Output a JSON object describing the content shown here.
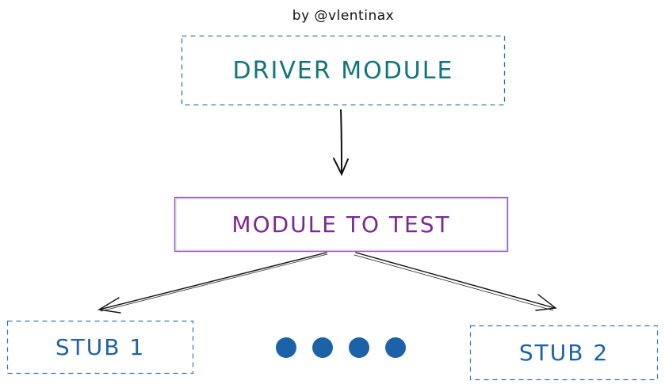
{
  "author_credit": "by @vlentinax",
  "nodes": {
    "driver_module": "DRIVER MODULE",
    "module_to_test": "MODULE TO TEST",
    "stub_1": "STUB 1",
    "stub_2": "STUB 2"
  },
  "ellipsis_dot_count": 4,
  "colors": {
    "driver": "#13757c",
    "module": "#7a2a93",
    "stubs": "#1c62a8",
    "arrows": "#111111"
  }
}
